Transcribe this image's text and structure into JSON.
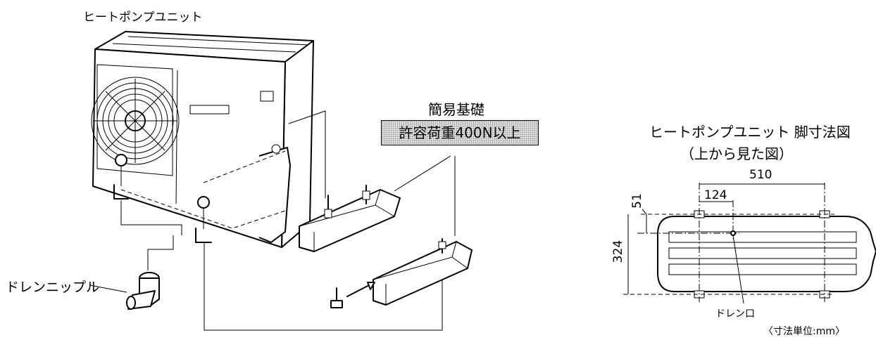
{
  "labels": {
    "unit_title": "ヒートポンプユニット",
    "base_title": "簡易基礎",
    "load_rating": "許容荷重400N以上",
    "drain_nipple": "ドレンニップル",
    "dimension_title": "ヒートポンプユニット 脚寸法図",
    "dimension_subtitle": "（上から見た図）",
    "drain_port": "ドレン口",
    "unit_note": "〈寸法単位:mm〉"
  },
  "dimensions": {
    "foot_spacing": "510",
    "drain_offset_x": "124",
    "drain_offset_y": "51",
    "foot_depth": "324"
  },
  "colors": {
    "line": "#000000",
    "background": "#ffffff",
    "label_fill": "#e4e4e4"
  }
}
